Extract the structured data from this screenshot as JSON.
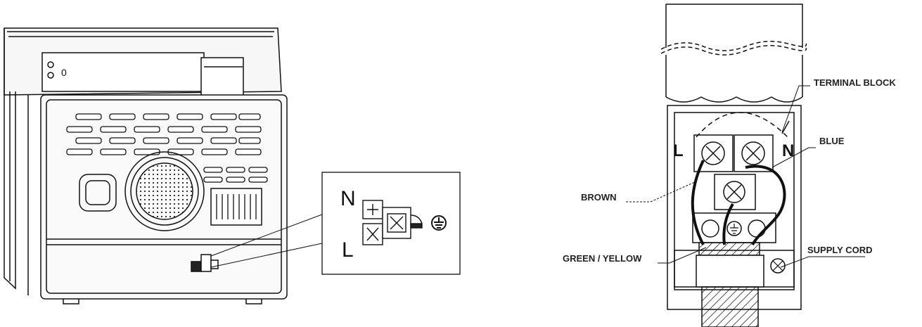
{
  "left_diagram": {
    "inset_label_n": "N",
    "inset_label_l": "L",
    "earth_symbol": "earth-ground-icon"
  },
  "right_diagram": {
    "terminal_l": "L",
    "terminal_n": "N",
    "labels": {
      "terminal_block": "TERMINAL BLOCK",
      "blue": "BLUE",
      "brown": "BROWN",
      "green_yellow": "GREEN / YELLOW",
      "supply_cord": "SUPPLY CORD"
    }
  }
}
